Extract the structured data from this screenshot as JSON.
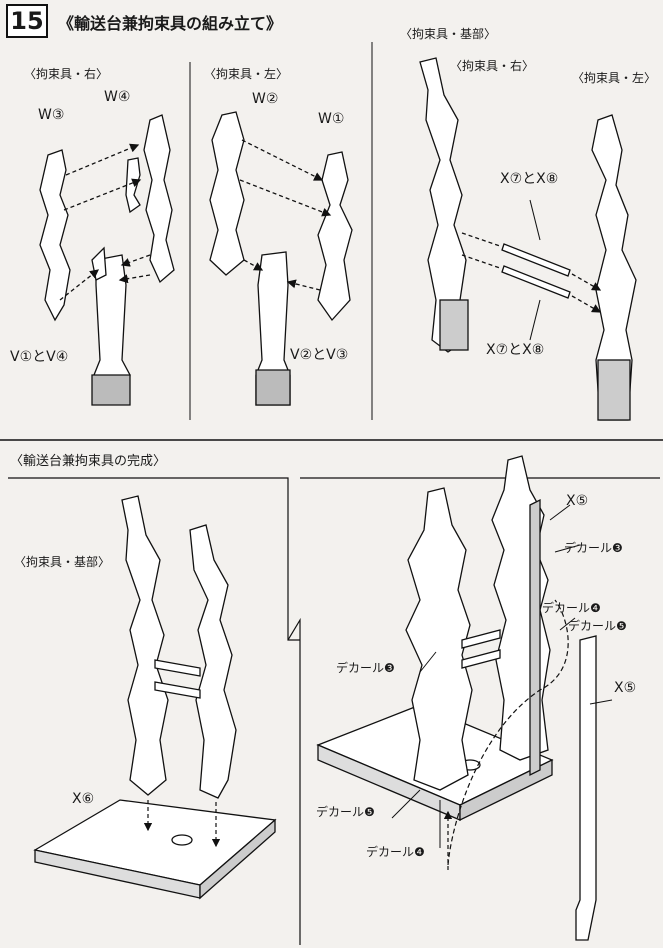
{
  "step": {
    "number": "15",
    "title": "《輸送台兼拘束具の組み立て》"
  },
  "panel_right": {
    "title": "〈拘束具・右〉",
    "parts": [
      "W③",
      "W④",
      "V①とV④"
    ]
  },
  "panel_left": {
    "title": "〈拘束具・左〉",
    "parts": [
      "W②",
      "W①",
      "V②とV③"
    ]
  },
  "panel_base": {
    "title": "〈拘束具・基部〉",
    "sub_right": "〈拘束具・右〉",
    "sub_left": "〈拘束具・左〉",
    "rod_top": "X⑦とX⑧",
    "rod_bottom": "X⑦とX⑧"
  },
  "complete": {
    "title": "〈輸送台兼拘束具の完成〉",
    "base_label": "〈拘束具・基部〉",
    "stand_part": "X⑥"
  },
  "decal_section": {
    "x5_top": "X⑤",
    "x5_right": "X⑤",
    "decal_1": "デカール❸",
    "decal_2": "デカール❹",
    "decal_3": "デカール❺",
    "decal_left": "デカール❸",
    "decal_bottom_a": "デカール❺",
    "decal_bottom_b": "デカール❹"
  }
}
